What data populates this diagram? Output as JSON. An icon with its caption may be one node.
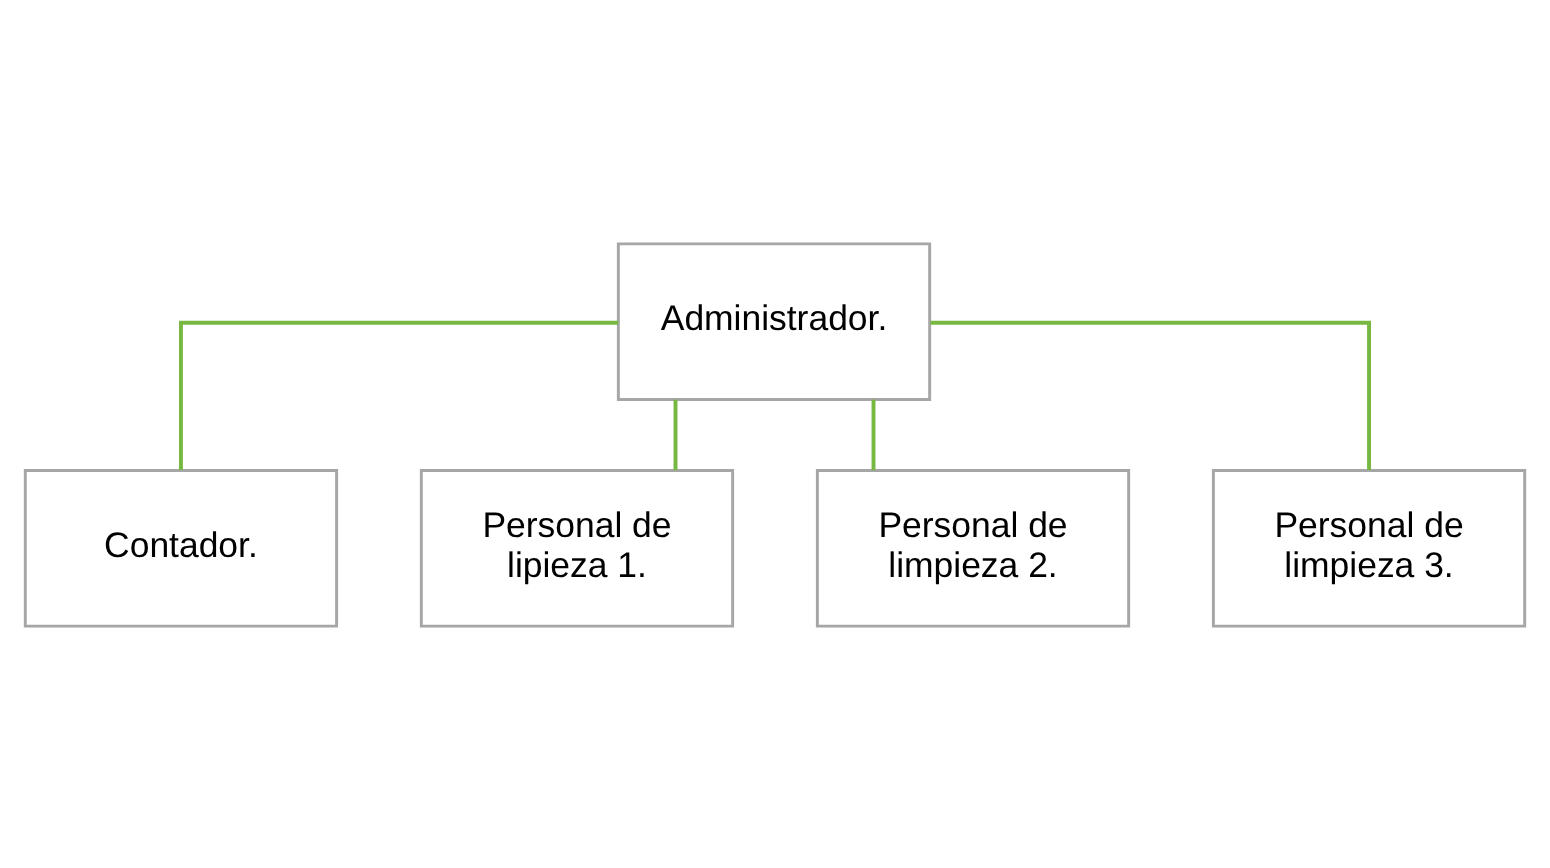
{
  "diagram": {
    "nodes": [
      {
        "text": [
          "Administrador."
        ]
      },
      {
        "text": [
          "Contador."
        ]
      },
      {
        "text": [
          "Personal de lipieza 1."
        ]
      },
      {
        "text": [
          "Personal de limpieza 2."
        ]
      },
      {
        "text": [
          "Personal de limpieza 3."
        ]
      }
    ],
    "edges": [
      {
        "from": 0,
        "to": 1,
        "arrow": "none"
      },
      {
        "from": 0,
        "to": 2,
        "arrow": "none"
      },
      {
        "from": 0,
        "to": 3,
        "arrow": "none"
      },
      {
        "from": 0,
        "to": 4,
        "arrow": "none"
      }
    ]
  }
}
